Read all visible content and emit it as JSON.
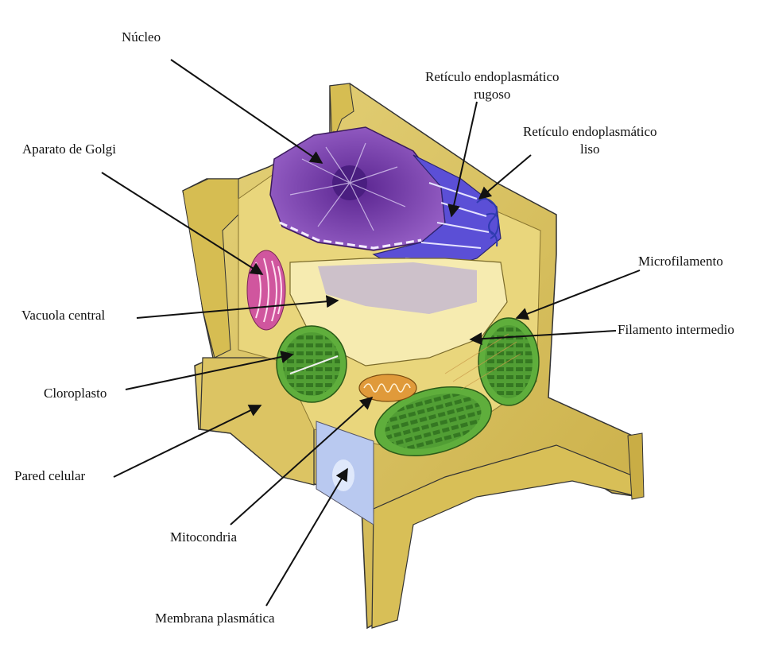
{
  "labels": {
    "nucleus": "Núcleo",
    "rough_er_line1": "Retículo endoplasmático",
    "rough_er_line2": "rugoso",
    "smooth_er_line1": "Retículo endoplasmático",
    "smooth_er_line2": "liso",
    "golgi": "Aparato de Golgi",
    "microfilament": "Microfilamento",
    "central_vacuole": "Vacuola central",
    "intermediate_filament": "Filamento intermedio",
    "chloroplast": "Cloroplasto",
    "cell_wall": "Pared celular",
    "mitochondria": "Mitocondria",
    "plasma_membrane": "Membrana plasmática"
  },
  "colors": {
    "cell_wall": "#d9c25a",
    "cytoplasm": "#e9d67c",
    "nucleus": "#7a3fb0",
    "er": "#5b4fd6",
    "golgi": "#d0569e",
    "vacuole": "#f6ebb0",
    "chloroplast": "#5fae3c",
    "mitochondria": "#e09a3a",
    "membrane": "#b9c9f0",
    "arrow": "#111111"
  }
}
